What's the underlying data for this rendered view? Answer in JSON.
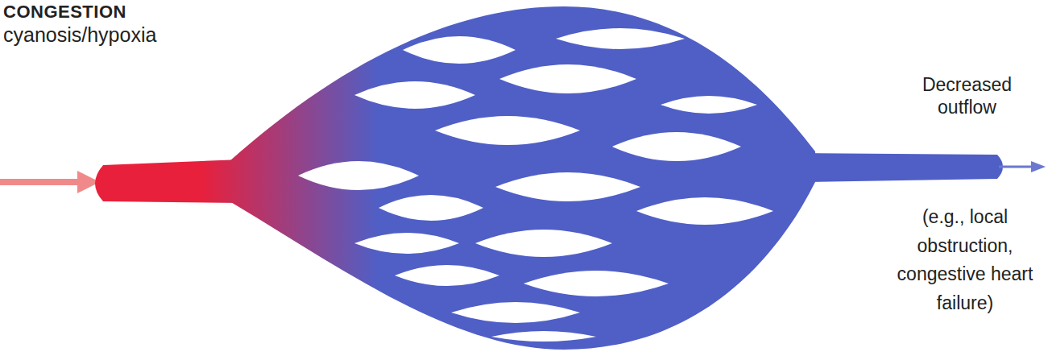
{
  "diagram": {
    "title": "CONGESTION",
    "labels": [
      "cyanosis/hypoxia",
      "Decreased outflow",
      "(e.g., local obstruction, congestive heart failure)"
    ]
  }
}
